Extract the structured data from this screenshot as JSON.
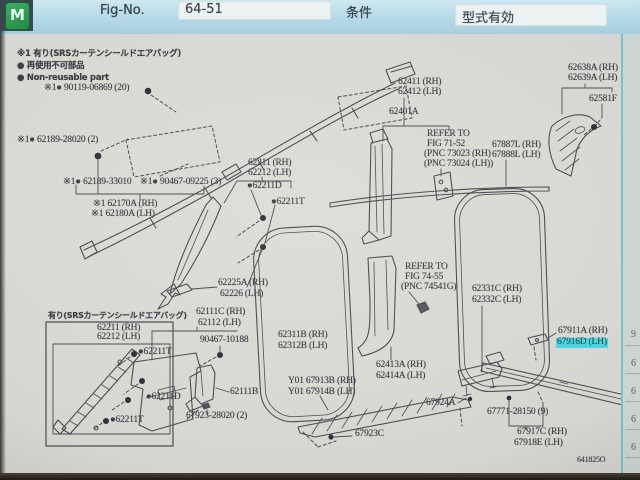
{
  "header": {
    "logo_text": "M",
    "fig_label": "Fig-No.",
    "fig_value": "64-51",
    "condition_label": "条件",
    "validity_label": "型式有効"
  },
  "colors": {
    "highlight": "#45d6e4",
    "header_bg": "#b2d8e6",
    "paper": "#d9d8d2",
    "line": "#4b4b52"
  },
  "labels": {
    "note_srs": "※1 有り(SRSカーテンシールドエアバッグ)",
    "note_reuse_jp": "● 再使用不可部品",
    "note_reuse_en": "● Non-reusable part",
    "p90119": "※1● 90119-06869 (20)",
    "p62189_28020": "※1● 62189-28020 (2)",
    "p62189_33010": "※1● 62189-33010",
    "p90467_09225": "※1● 90467-09225 (3)",
    "p62170a": "※1 62170A (RH)",
    "p62180a": "※1 62180A (LH)",
    "p62411": "62411 (RH)",
    "p62412": "62412 (LH)",
    "p62401a": "62401A",
    "refer1_1": "REFER TO",
    "refer1_2": "FIG 71-52",
    "refer1_3": "(PNC 73023 (RH)",
    "refer1_4": "(PNC 73024 (LH))",
    "p67887l": "67887L (RH)",
    "p67888l": "67888L (LH)",
    "p62638a": "62638A (RH)",
    "p62639a": "62639A (LH)",
    "p62581f": "62581F",
    "p62211": "62211 (RH)",
    "p62212": "62212 (LH)",
    "p62211d": "●62211D",
    "p62211t": "●62211T",
    "p62225a": "62225A (RH)",
    "p62226": "62226 (LH)",
    "p62111c": "62111C (RH)",
    "p62112": "62112 (LH)",
    "p90467_10188": "90467-10188",
    "p62311b": "62311B (RH)",
    "p62312b": "62312B (LH)",
    "refer2_1": "REFER TO",
    "refer2_2": "FIG 74-55",
    "refer2_3": "(PNC 74541G)",
    "p62331c": "62331C (RH)",
    "p62332c": "62332C (LH)",
    "box_title": "有り(SRSカーテンシールドエアバッグ)",
    "box_62211": "62211 (RH)",
    "box_62212": "62212 (LH)",
    "box_62211t_top": "●62211T",
    "box_62211d": "●62211D",
    "box_62211t_btm": "●62211T",
    "p62111b": "62111B",
    "p67923_28020": "67923-28020 (2)",
    "y01_67913b": "Y01 67913B (RH)",
    "y01_67914b": "Y01 67914B (LH)",
    "p62413a": "62413A (RH)",
    "p62414a": "62414A (LH)",
    "p67923c": "67923C",
    "p67924a": "67924A",
    "p67911a": "67911A (RH)",
    "p67916d": "67916D (LH)",
    "p67771_28150": "67771-28150 (9)",
    "p67917c": "67917C (RH)",
    "p67918e": "67918E (LH)",
    "fig_code": "641825O"
  },
  "side_digits": [
    "9",
    "6",
    "6",
    "6",
    "6"
  ]
}
